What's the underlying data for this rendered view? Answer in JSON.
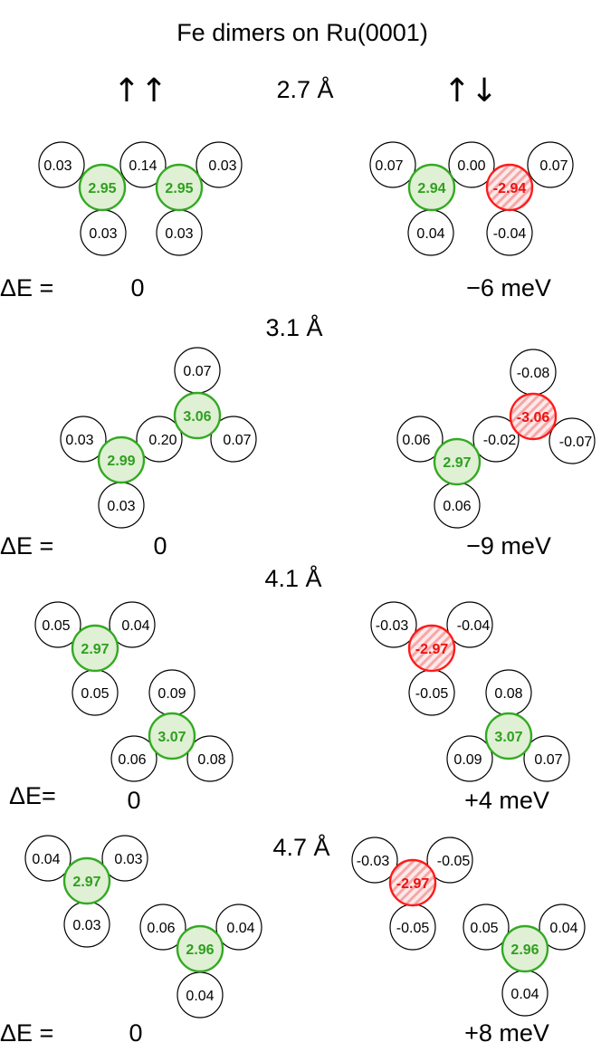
{
  "title": "Fe dimers on Ru(0001)",
  "headers": {
    "parallel": "↑↑",
    "antiparallel": "↑↓"
  },
  "colors": {
    "spin_up": "#33aa22",
    "spin_down": "#ff1a1a",
    "neutral": "#000000"
  },
  "sections": [
    {
      "distance": "2.7 Å",
      "energy_label": "ΔE =",
      "energy_parallel": "0",
      "energy_antiparallel": "−6 meV",
      "parallel_moments": {
        "left_outer": "0.03",
        "bridge": "0.14",
        "right_outer": "0.03",
        "fe_left": "2.95",
        "fe_right": "2.95",
        "left_bottom": "0.03",
        "right_bottom": "0.03"
      },
      "antiparallel_moments": {
        "left_outer": "0.07",
        "bridge": "0.00",
        "right_outer": "0.07",
        "fe_left": "2.94",
        "fe_right": "-2.94",
        "left_bottom": "0.04",
        "right_bottom": "-0.04"
      }
    },
    {
      "distance": "3.1 Å",
      "energy_label": "ΔE =",
      "energy_parallel": "0",
      "energy_antiparallel": "−9 meV",
      "parallel_moments": {
        "top": "0.07",
        "fe_upper": "3.06",
        "upper_right": "0.07",
        "left_outer": "0.03",
        "bridge": "0.20",
        "fe_lower": "2.99",
        "bottom": "0.03"
      },
      "antiparallel_moments": {
        "top": "-0.08",
        "fe_upper": "-3.06",
        "upper_right": "-0.07",
        "left_outer": "0.06",
        "bridge": "-0.02",
        "fe_lower": "2.97",
        "bottom": "0.06"
      }
    },
    {
      "distance": "4.1 Å",
      "energy_label": "ΔE=",
      "energy_parallel": "0",
      "energy_antiparallel": "+4 meV",
      "parallel_moments": {
        "a_left": "0.05",
        "a_right": "0.04",
        "fe_a": "2.97",
        "a_bottom": "0.05",
        "b_top": "0.09",
        "fe_b": "3.07",
        "b_left": "0.06",
        "b_right": "0.08"
      },
      "antiparallel_moments": {
        "a_left": "-0.03",
        "a_right": "-0.04",
        "fe_a": "-2.97",
        "a_bottom": "-0.05",
        "b_top": "0.08",
        "fe_b": "3.07",
        "b_left": "0.09",
        "b_right": "0.07"
      }
    },
    {
      "distance": "4.7 Å",
      "energy_label": "ΔE =",
      "energy_parallel": "0",
      "energy_antiparallel": "+8 meV",
      "parallel_moments": {
        "a_left": "0.04",
        "a_right": "0.03",
        "fe_a": "2.97",
        "a_bottom": "0.03",
        "b_left": "0.06",
        "b_right": "0.04",
        "fe_b": "2.96",
        "b_bottom": "0.04"
      },
      "antiparallel_moments": {
        "a_left": "-0.03",
        "a_right": "-0.05",
        "fe_a": "-2.97",
        "a_bottom": "-0.05",
        "b_left": "0.05",
        "b_right": "0.04",
        "fe_b": "2.96",
        "b_bottom": "0.04"
      }
    }
  ]
}
